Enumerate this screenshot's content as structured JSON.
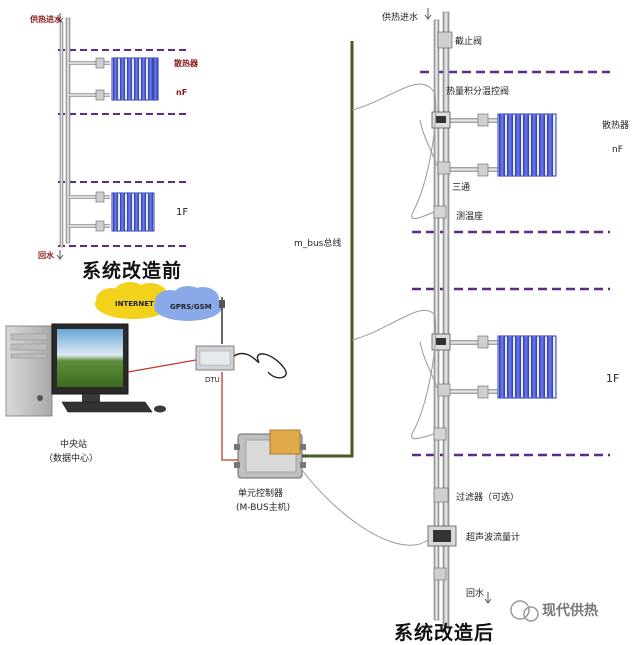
{
  "before": {
    "supply_label": "供热进水",
    "radiator_label": "散热器",
    "floor_top": "nF",
    "floor_bottom": "1F",
    "return_label": "回水",
    "title": "系统改造前"
  },
  "network": {
    "cloud_internet": "INTERNET",
    "cloud_gprs": "GPRS/GSM",
    "dtu_label": "DTU",
    "central_station_line1": "中央站",
    "central_station_line2": "（数据中心）",
    "controller_line1": "单元控制器",
    "controller_line2": "(M-BUS主机)",
    "bus_label": "m_bus总线"
  },
  "after": {
    "supply_label": "供热进水",
    "stop_valve": "截止阀",
    "heat_valve": "热量积分温控阀",
    "radiator_label": "散热器",
    "floor_top": "nF",
    "three_way": "三通",
    "temp_seat": "测温座",
    "floor_bottom": "1F",
    "filter": "过滤器（可选）",
    "flowmeter": "超声波流量计",
    "return_label": "回水",
    "title": "系统改造后"
  },
  "watermark": "现代供热",
  "colors": {
    "floor_dash": "#5b2c87",
    "pipe": "#9a9a9a",
    "radiator": "#3a4bc4",
    "bus": "#4a5a1c",
    "cable_red": "#c0392b",
    "cloud_yellow": "#f2d21a",
    "cloud_blue": "#8aa9e8"
  }
}
